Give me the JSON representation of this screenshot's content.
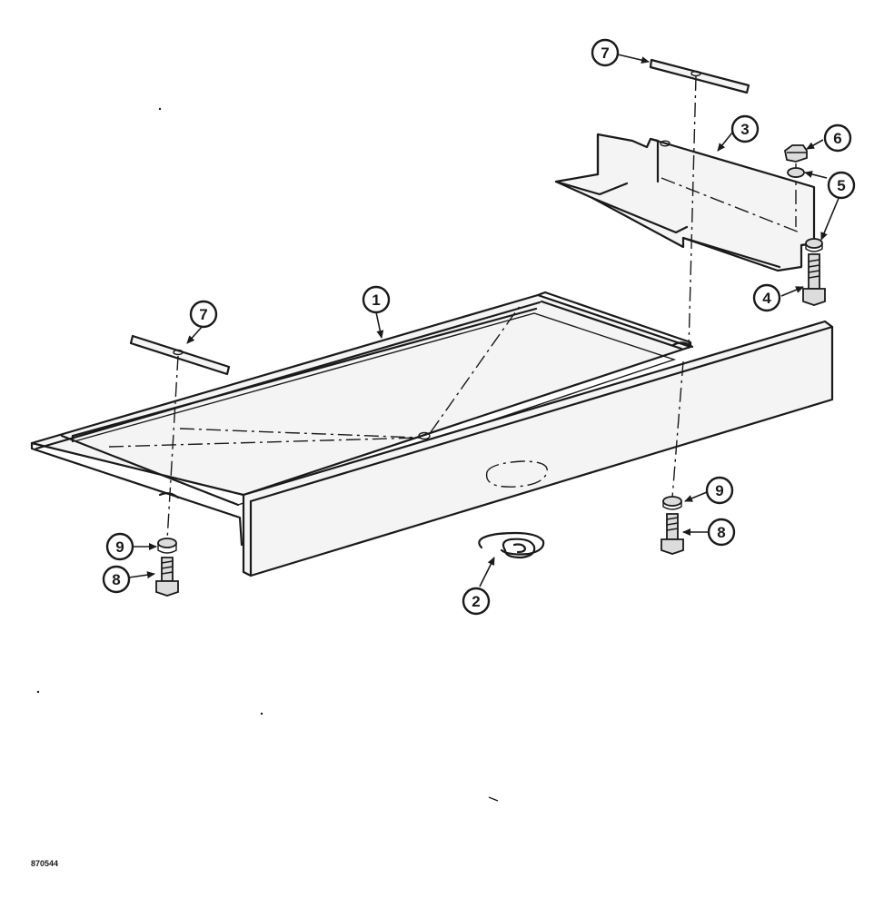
{
  "figure_code": "870544",
  "callouts": [
    {
      "id": "c1",
      "label": "1"
    },
    {
      "id": "c2",
      "label": "2"
    },
    {
      "id": "c3",
      "label": "3"
    },
    {
      "id": "c4",
      "label": "4"
    },
    {
      "id": "c5",
      "label": "5"
    },
    {
      "id": "c6",
      "label": "6"
    },
    {
      "id": "c7a",
      "label": "7"
    },
    {
      "id": "c7b",
      "label": "7"
    },
    {
      "id": "c8a",
      "label": "8"
    },
    {
      "id": "c8b",
      "label": "8"
    },
    {
      "id": "c9a",
      "label": "9"
    },
    {
      "id": "c9b",
      "label": "9"
    }
  ]
}
